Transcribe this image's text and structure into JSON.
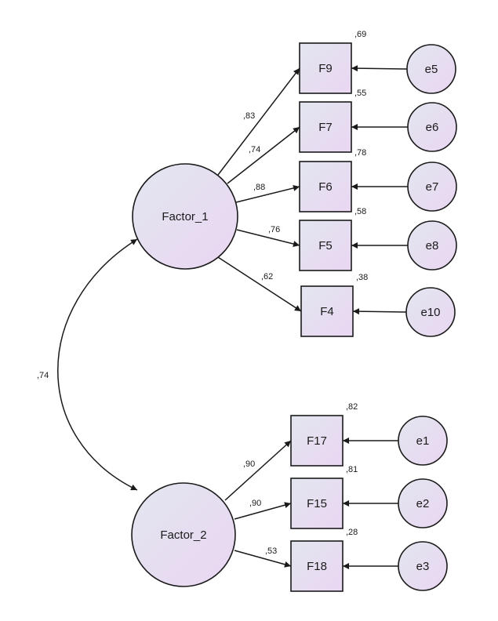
{
  "diagram": {
    "type": "structural-equation-model",
    "colors": {
      "fill_start": "#e2e6ef",
      "fill_end": "#ead6f2",
      "stroke": "#1a1a1a",
      "background": "#ffffff"
    },
    "latent_factors": [
      {
        "id": "Factor_1",
        "label": "Factor_1"
      },
      {
        "id": "Factor_2",
        "label": "Factor_2"
      }
    ],
    "indicators": [
      {
        "id": "F9",
        "label": "F9",
        "factor": "Factor_1",
        "loading": ",83",
        "r2": ",69",
        "error": "e5"
      },
      {
        "id": "F7",
        "label": "F7",
        "factor": "Factor_1",
        "loading": ",74",
        "r2": ",55",
        "error": "e6"
      },
      {
        "id": "F6",
        "label": "F6",
        "factor": "Factor_1",
        "loading": ",88",
        "r2": ",78",
        "error": "e7"
      },
      {
        "id": "F5",
        "label": "F5",
        "factor": "Factor_1",
        "loading": ",76",
        "r2": ",58",
        "error": "e8"
      },
      {
        "id": "F4",
        "label": "F4",
        "factor": "Factor_1",
        "loading": ",62",
        "r2": ",38",
        "error": "e10"
      },
      {
        "id": "F17",
        "label": "F17",
        "factor": "Factor_2",
        "loading": ",90",
        "r2": ",82",
        "error": "e1"
      },
      {
        "id": "F15",
        "label": "F15",
        "factor": "Factor_2",
        "loading": ",90",
        "r2": ",81",
        "error": "e2"
      },
      {
        "id": "F18",
        "label": "F18",
        "factor": "Factor_2",
        "loading": ",53",
        "r2": ",28",
        "error": "e3"
      }
    ],
    "errors": [
      {
        "id": "e5",
        "label": "e5"
      },
      {
        "id": "e6",
        "label": "e6"
      },
      {
        "id": "e7",
        "label": "e7"
      },
      {
        "id": "e8",
        "label": "e8"
      },
      {
        "id": "e10",
        "label": "e10"
      },
      {
        "id": "e1",
        "label": "e1"
      },
      {
        "id": "e2",
        "label": "e2"
      },
      {
        "id": "e3",
        "label": "e3"
      }
    ],
    "covariances": [
      {
        "from": "Factor_1",
        "to": "Factor_2",
        "value": ",74"
      }
    ]
  }
}
